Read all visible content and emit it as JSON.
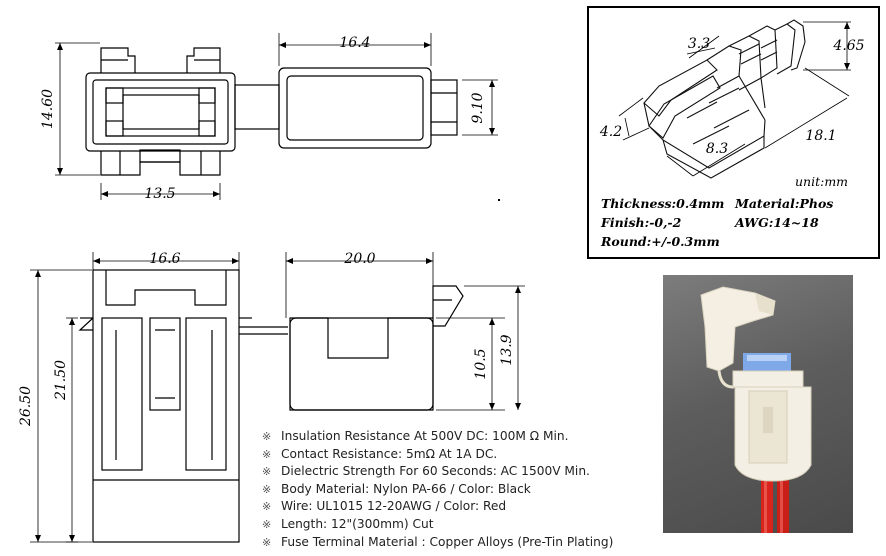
{
  "dims": {
    "top_width": "16.4",
    "top_height": "14.60",
    "top_bottom_width": "13.5",
    "top_right_height": "9.10",
    "side_left_width": "16.6",
    "side_right_width": "20.0",
    "side_overall_height": "26.50",
    "side_inner_height": "21.50",
    "side_right_low": "10.5",
    "side_right_high": "13.9"
  },
  "terminal": {
    "dim_a": "3.3",
    "dim_b": "4.65",
    "dim_c": "4.2",
    "dim_d": "18.1",
    "dim_e": "8.3",
    "unit": "unit:mm",
    "thickness": "Thickness:0.4mm",
    "material": "Material:Phos",
    "finish": "Finish:-0,-2",
    "awg": "AWG:14~18",
    "round": "Round:+/-0.3mm"
  },
  "specs": [
    "Insulation Resistance At 500V DC: 100M  Ω  Min.",
    "Contact Resistance: 5mΩ  At 1A DC.",
    "Dielectric Strength For 60 Seconds: AC 1500V Min.",
    "Body Material: Nylon PA-66 / Color: Black",
    "Wire: UL1015 12-20AWG / Color: Red",
    "Length: 12\"(300mm) Cut",
    "Fuse Terminal Material : Copper Alloys (Pre-Tin Plating)"
  ],
  "spec_marker": "※",
  "colors": {
    "line": "#000000",
    "holder_body": "#f3efe4",
    "fuse_blue": "#7ea8e8",
    "wire_red": "#d8241c",
    "photo_bg": "#5f5f5f"
  }
}
